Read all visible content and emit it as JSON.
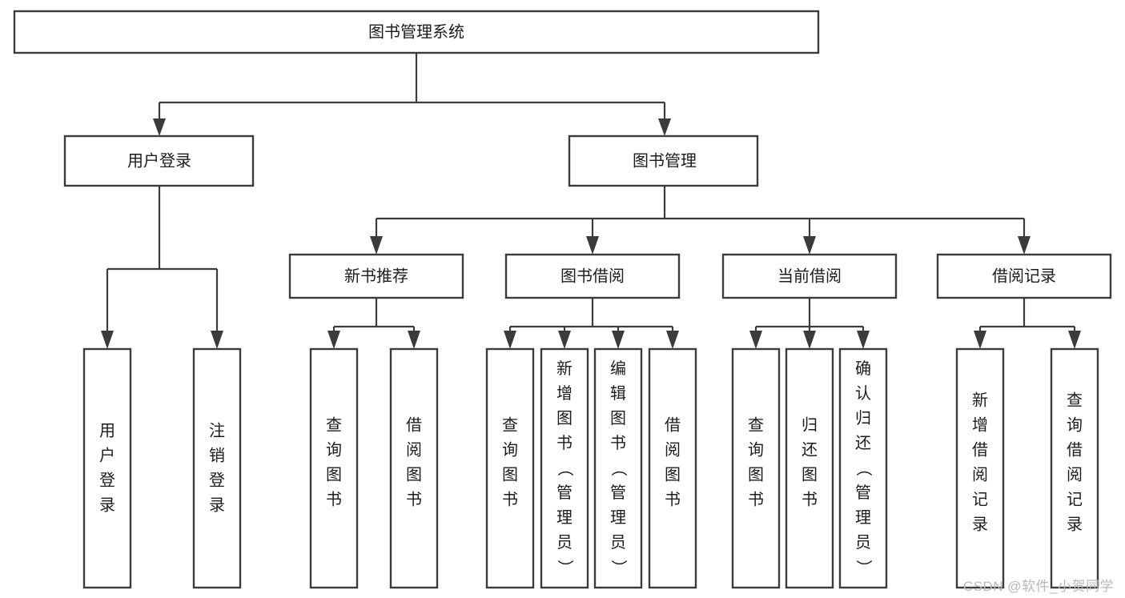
{
  "diagram": {
    "type": "tree-hierarchy",
    "title": "图书管理系统",
    "watermark": "CSDN @软件_小贺同学",
    "colors": {
      "background": "#ffffff",
      "box_fill": "#ffffff",
      "box_stroke": "#3b3b3b",
      "connector": "#3b3b3b",
      "text": "#1c1c1c",
      "watermark": "#b9b9b9"
    },
    "root": {
      "label": "图书管理系统"
    },
    "level1": [
      {
        "label": "用户登录"
      },
      {
        "label": "图书管理"
      }
    ],
    "level2": [
      {
        "label": "新书推荐"
      },
      {
        "label": "图书借阅"
      },
      {
        "label": "当前借阅"
      },
      {
        "label": "借阅记录"
      }
    ],
    "leaves": {
      "user_login": [
        {
          "label": "用户登录"
        },
        {
          "label": "注销登录"
        }
      ],
      "new_book_recommend": [
        {
          "label": "查询图书"
        },
        {
          "label": "借阅图书"
        }
      ],
      "book_borrow": [
        {
          "label": "查询图书"
        },
        {
          "label": "新增图书（管理员）"
        },
        {
          "label": "编辑图书（管理员）"
        },
        {
          "label": "借阅图书"
        }
      ],
      "current_borrow": [
        {
          "label": "查询图书"
        },
        {
          "label": "归还图书"
        },
        {
          "label": "确认归还（管理员）"
        }
      ],
      "borrow_record": [
        {
          "label": "新增借阅记录"
        },
        {
          "label": "查询借阅记录"
        }
      ]
    }
  }
}
